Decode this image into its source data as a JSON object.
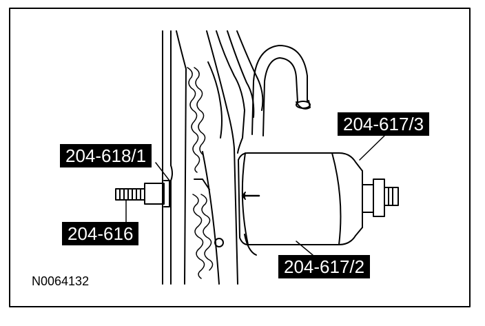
{
  "callouts": {
    "tool_618_1": "204-618/1",
    "tool_616": "204-616",
    "tool_617_3": "204-617/3",
    "tool_617_2": "204-617/2"
  },
  "figure_reference": "N0064132"
}
